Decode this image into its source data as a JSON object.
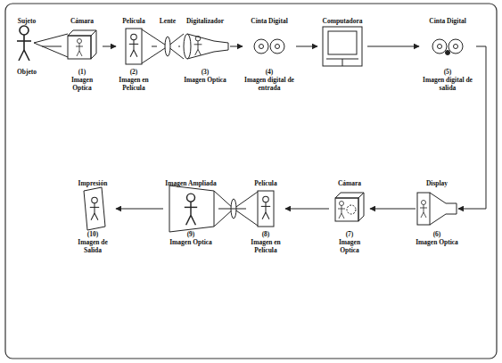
{
  "diagram": {
    "nodes": [
      {
        "text": [
          "Sujeto",
          "Objeto"
        ]
      },
      {
        "text": [
          "Cámara",
          "(1)",
          "Imagen Optica"
        ]
      },
      {
        "text": [
          "Película",
          "(2)",
          "Imagen en Película"
        ]
      },
      {
        "text": [
          "Lente"
        ]
      },
      {
        "text": [
          "Digitalizador",
          "(3)",
          "Imagen Optica"
        ]
      },
      {
        "text": [
          "Cinta Digital",
          "(4)",
          "Imagen digital de entrada"
        ]
      },
      {
        "text": [
          "Computadora"
        ]
      },
      {
        "text": [
          "Cinta Digital",
          "(5)",
          "Imagen digital de salida"
        ]
      },
      {
        "text": [
          "Display",
          "(6)",
          "Imagen Optica"
        ]
      },
      {
        "text": [
          "Cámara",
          "(7)",
          "Imagen Optica"
        ]
      },
      {
        "text": [
          "Película",
          "(8)",
          "Imagen en Película"
        ]
      },
      {
        "text": [
          "Imagen Ampliada",
          "(9)",
          "Imagen Optica"
        ]
      },
      {
        "text": [
          "Impresión",
          "(10)",
          "Imagen de Salida"
        ]
      }
    ],
    "edges": [
      {
        "from": 0,
        "to": 1,
        "arrow": "none"
      },
      {
        "from": 1,
        "to": 2,
        "arrow": "to"
      },
      {
        "from": 2,
        "to": 3,
        "arrow": "none"
      },
      {
        "from": 3,
        "to": 4,
        "arrow": "none"
      },
      {
        "from": 4,
        "to": 5,
        "arrow": "to"
      },
      {
        "from": 5,
        "to": 6,
        "arrow": "to"
      },
      {
        "from": 6,
        "to": 7,
        "arrow": "to"
      },
      {
        "from": 7,
        "to": 8,
        "arrow": "to"
      },
      {
        "from": 8,
        "to": 9,
        "arrow": "to"
      },
      {
        "from": 9,
        "to": 10,
        "arrow": "to"
      },
      {
        "from": 10,
        "to": 11,
        "arrow": "none"
      },
      {
        "from": 11,
        "to": 12,
        "arrow": "to"
      }
    ]
  }
}
